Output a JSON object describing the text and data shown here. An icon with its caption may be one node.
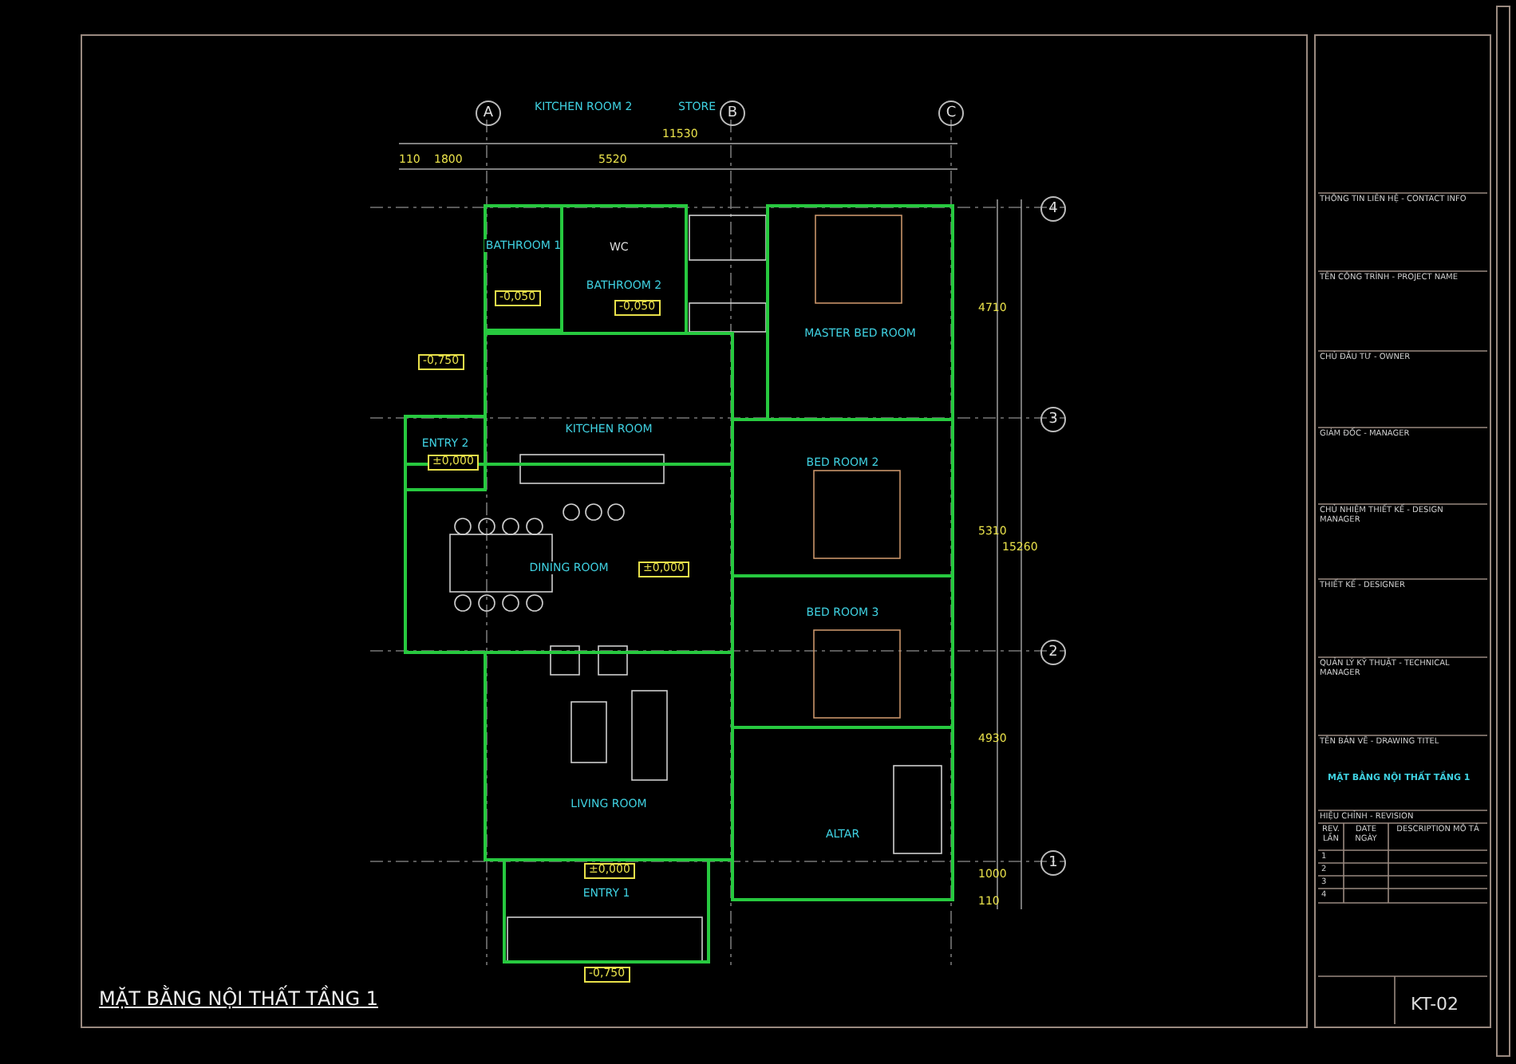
{
  "diagram": {
    "title": "MẶT BẰNG NỘI THẤT TẦNG 1",
    "nodes": [
      {
        "text": [
          "BATHROOM 1"
        ]
      },
      {
        "text": [
          "BATHROOM 2"
        ]
      },
      {
        "text": [
          "MASTER BED ROOM"
        ]
      },
      {
        "text": [
          "KITCHEN ROOM"
        ]
      },
      {
        "text": [
          "ENTRY 2"
        ]
      },
      {
        "text": [
          "DINING ROOM"
        ]
      },
      {
        "text": [
          "BED ROOM 2"
        ]
      },
      {
        "text": [
          "BED ROOM 3"
        ]
      },
      {
        "text": [
          "LIVING ROOM"
        ]
      },
      {
        "text": [
          "ALTAR"
        ]
      },
      {
        "text": [
          "ENTRY 1"
        ]
      }
    ],
    "labels": [
      "A",
      "B",
      "C",
      "KITCHEN ROOM 2",
      "STORE",
      "11530",
      "110",
      "1800",
      "5520",
      "4",
      "3",
      "2",
      "1",
      "4710",
      "5310",
      "15260",
      "4930",
      "1000",
      "110",
      "WC",
      "-0,050",
      "-0,050",
      "-0,750",
      "±0,000",
      "±0,000",
      "±0,000",
      "-0,750",
      "THÔNG TIN LIÊN HỆ - CONTACT INFO",
      "TÊN CÔNG TRÌNH - PROJECT NAME",
      "CHỦ ĐẦU TƯ - OWNER",
      "GIÁM ĐỐC - MANAGER",
      "CHỦ NHIỆM THIẾT KẾ - DESIGN MANAGER",
      "THIẾT KẾ - DESIGNER",
      "QUẢN LÝ KỸ THUẬT - TECHNICAL MANAGER",
      "TÊN BẢN VẼ - DRAWING TITEL",
      "MẶT BẰNG NỘI THẤT TẦNG 1",
      "HIỆU CHỈNH - REVISION",
      "REV. LẦN",
      "DATE NGÀY",
      "DESCRIPTION MÔ TẢ",
      "1",
      "2",
      "3",
      "4",
      "KT-02"
    ]
  }
}
